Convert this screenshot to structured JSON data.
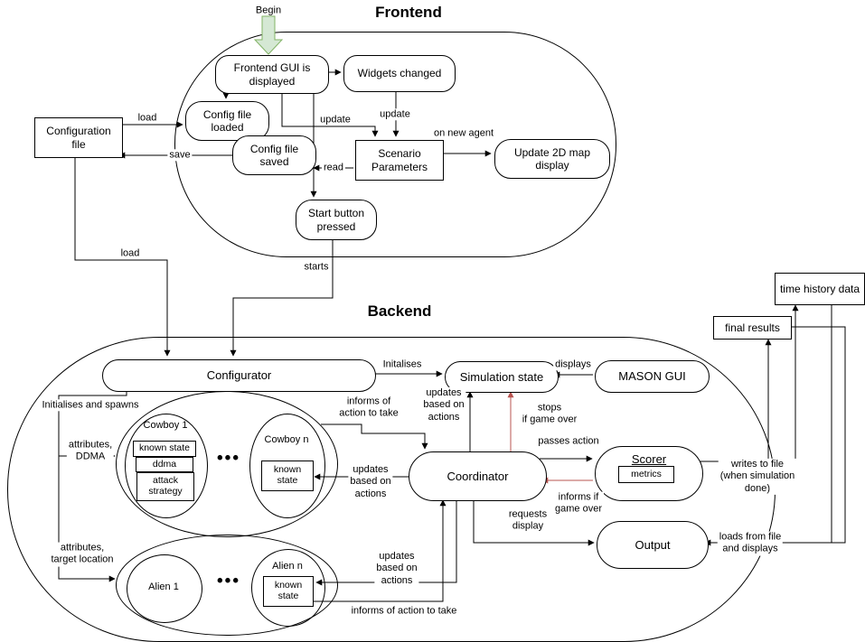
{
  "colors": {
    "stroke": "#000000",
    "red": "#b85450",
    "green_fill": "#d5e8d4",
    "green_stroke": "#82b366"
  },
  "frontend": {
    "title": "Frontend",
    "begin": "Begin",
    "nodes": {
      "config_file": "Configuration file",
      "gui_displayed": "Frontend GUI is displayed",
      "widgets_changed": "Widgets changed",
      "config_loaded": "Config file loaded",
      "config_saved": "Config file saved",
      "scenario_params": "Scenario Parameters",
      "update_map": "Update 2D map display",
      "start_pressed": "Start button pressed"
    },
    "labels": {
      "load": "load",
      "save": "save",
      "update_gui": "update",
      "update_widgets": "update",
      "read": "read",
      "on_new_agent": "on new agent",
      "load_backend": "load",
      "starts": "starts"
    }
  },
  "backend": {
    "title": "Backend",
    "nodes": {
      "configurator": "Configurator",
      "simulation_state": "Simulation state",
      "mason_gui": "MASON GUI",
      "coordinator": "Coordinator",
      "scorer": "Scorer",
      "scorer_metrics": "metrics",
      "output": "Output",
      "time_history": "time history data",
      "final_results": "final results",
      "cowboy1": "Cowboy 1",
      "cowboy1_known_state": "known state",
      "cowboy1_ddma": "ddma",
      "cowboy1_attack": "attack\nstrategy",
      "cowboys_dots": "•••",
      "cowboy_n": "Cowboy n",
      "cowboyn_known_state": "known\nstate",
      "alien1": "Alien 1",
      "aliens_dots": "•••",
      "alien_n": "Alien n",
      "alienn_known_state": "known\nstate"
    },
    "labels": {
      "initalises": "Initalises",
      "displays": "displays",
      "updates_sim": "updates\nbased on\nactions",
      "informs_cowboy": "informs of\naction to take",
      "stops_game_over": "stops\nif game over",
      "passes_action": "passes action",
      "updates_cowboy": "updates\nbased on\nactions",
      "informs_game_over": "informs if\ngame over",
      "requests_display": "requests\ndisplay",
      "writes_file": "writes to file\n(when simulation\ndone)",
      "loads_file": "loads from file\nand displays",
      "init_spawns": "Initialises and spawns",
      "attr_ddma": "attributes,\nDDMA",
      "attr_target": "attributes,\ntarget location",
      "updates_alien": "updates\nbased on\nactions",
      "informs_alien": "informs of action to take"
    }
  }
}
